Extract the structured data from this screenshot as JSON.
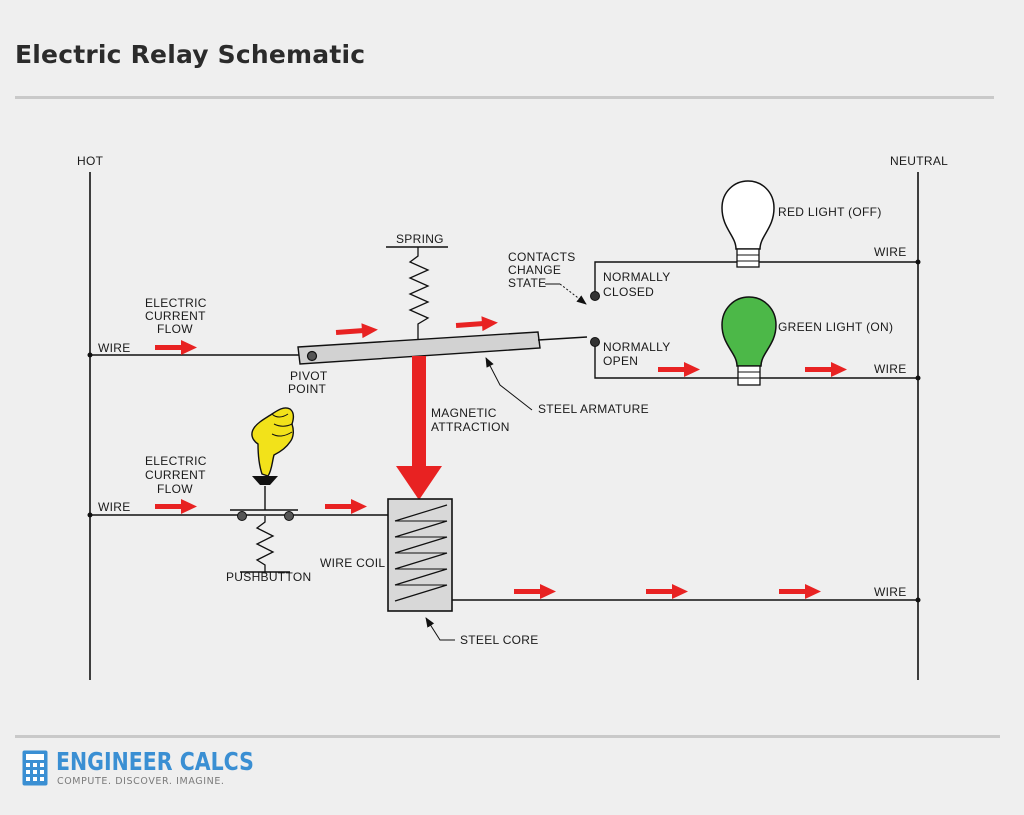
{
  "title": "Electric Relay Schematic",
  "labels": {
    "hot": "HOT",
    "neutral": "NEUTRAL",
    "spring": "SPRING",
    "contacts": [
      "CONTACTS",
      "CHANGE",
      "STATE"
    ],
    "normally_closed": [
      "NORMALLY",
      "CLOSED"
    ],
    "normally_open": [
      "NORMALLY",
      "OPEN"
    ],
    "red_light": "RED LIGHT (OFF)",
    "green_light": "GREEN LIGHT (ON)",
    "wire": "WIRE",
    "current_flow": [
      "ELECTRIC",
      "CURRENT",
      "FLOW"
    ],
    "pivot": [
      "PIVOT",
      "POINT"
    ],
    "steel_armature": "STEEL ARMATURE",
    "magnetic": [
      "MAGNETIC",
      "ATTRACTION"
    ],
    "pushbutton": "PUSHBUTTON",
    "wire_coil": "WIRE COIL",
    "steel_core": "STEEL CORE"
  },
  "colors": {
    "arrow": "#e82222",
    "green_bulb": "#4cb848",
    "hand": "#f2e21a",
    "brand": "#3a8fd3"
  },
  "brand": {
    "name": "ENGINEER CALCS",
    "tagline": "COMPUTE. DISCOVER. IMAGINE.",
    "icon": "calculator-icon"
  }
}
